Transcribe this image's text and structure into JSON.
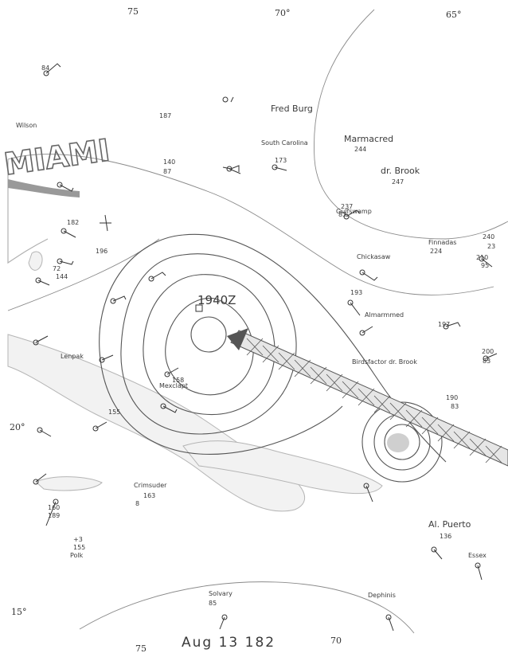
{
  "map_title": "Aug 13 182",
  "storm_label": "1940Z",
  "city_label": "MIAMI",
  "longitude_labels": [
    "75",
    "70°",
    "65°",
    "75",
    "70"
  ],
  "latitude_labels": [
    "20°",
    "15°"
  ],
  "station_names": [
    "Fred Burg",
    "South Carolina",
    "Marmacred",
    "dr. Brook",
    "Gulfswamp",
    "Chickasaw",
    "Finnadas",
    "Almarmmed",
    "Birdsfactor dr. Brook",
    "Al. Puerto",
    "Essex",
    "Solvary",
    "Dephinis",
    "Wilson",
    "Mexclapt",
    "Crimsuder",
    "Polk",
    "Lenpak"
  ],
  "station_values": [
    "240",
    "23",
    "210",
    "95",
    "200",
    "83",
    "197",
    "190",
    "83",
    "136",
    "85",
    "155",
    "189",
    "160",
    "144",
    "187",
    "140",
    "87",
    "155",
    "158",
    "163",
    "8",
    "224",
    "193",
    "247",
    "244",
    "237",
    "173",
    "182",
    "196",
    "84",
    "83",
    "72",
    "+3"
  ]
}
